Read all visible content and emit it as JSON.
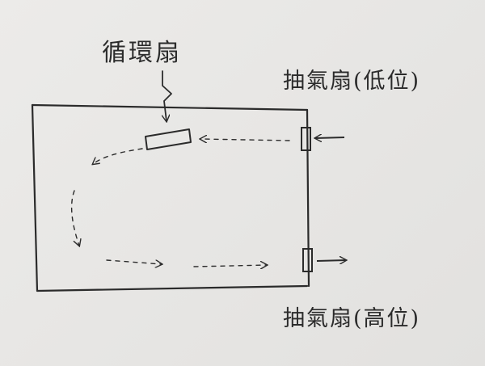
{
  "labels": {
    "circulation_fan": "循環扇",
    "exhaust_fan_low": "抽氣扇(低位)",
    "exhaust_fan_high": "抽氣扇(高位)"
  },
  "colors": {
    "ink": "#2b2b2b",
    "paper": "#e9e8e6"
  }
}
